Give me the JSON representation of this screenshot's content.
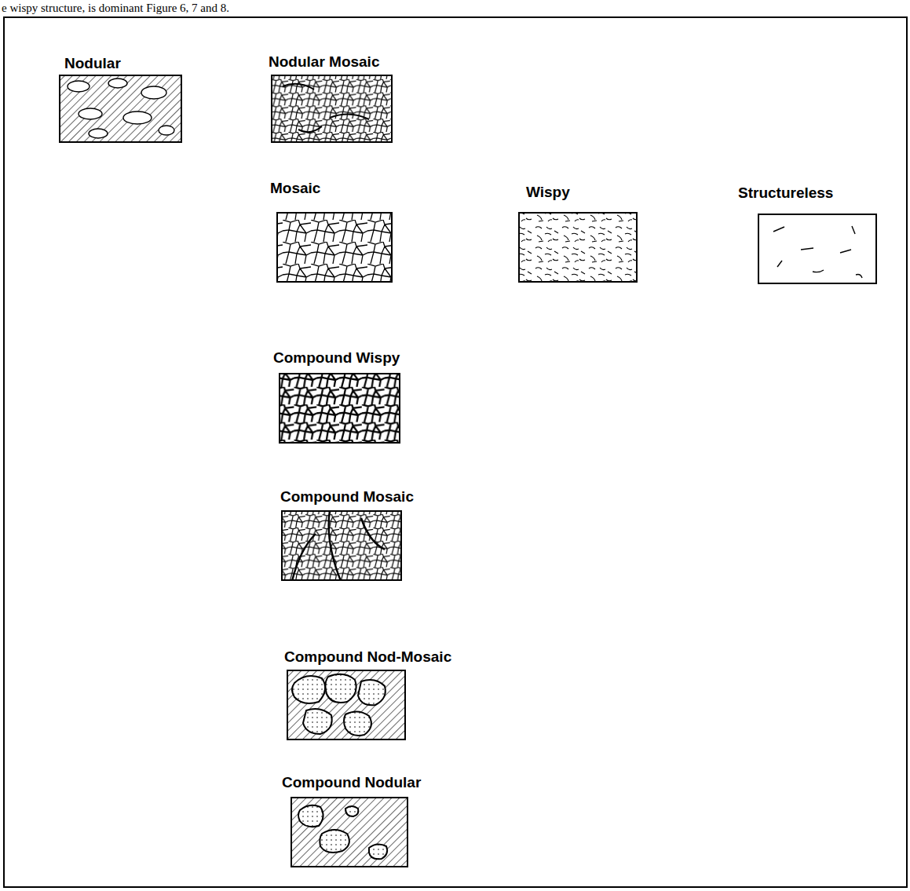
{
  "diagram": {
    "nodes": [
      {
        "text": [
          "Nodular"
        ]
      },
      {
        "text": [
          "Nodular Mosaic"
        ]
      },
      {
        "text": [
          "Mosaic"
        ]
      },
      {
        "text": [
          "Wispy"
        ]
      },
      {
        "text": [
          "Structureless"
        ]
      },
      {
        "text": [
          "Compound Wispy"
        ]
      },
      {
        "text": [
          "Compound Mosaic"
        ]
      },
      {
        "text": [
          "Compound Nod-Mosaic"
        ]
      },
      {
        "text": [
          "Compound Nodular"
        ]
      }
    ],
    "labels": [
      "e wispy structure, is dominant Figure 6, 7 and 8."
    ]
  }
}
